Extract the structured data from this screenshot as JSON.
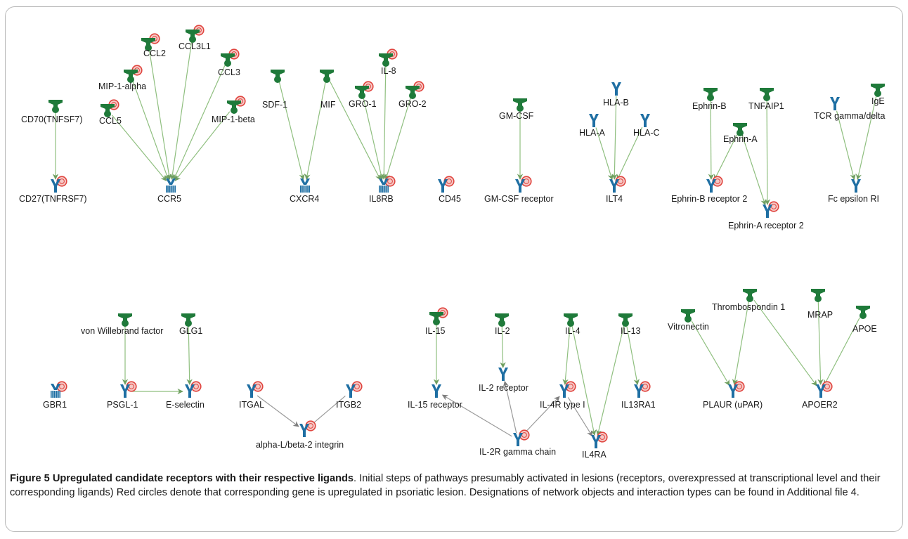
{
  "figure": {
    "number": "Figure 5",
    "title": "Upregulated candidate receptors with their respective ligands",
    "body": ". Initial steps of pathways presumably activated in lesions (receptors, overexpressed at transcriptional level and their corresponding ligands) Red circles denote that corresponding gene is upregulated in psoriatic lesion. Designations of network objects and interaction types can be found in Additional file 4."
  },
  "colors": {
    "ligand": "#1f7a3a",
    "receptor": "#1f6fa3",
    "upregulated_ring": "#e0453f",
    "activation_edge": "#8fbf7f",
    "other_edge": "#9a9a9a"
  },
  "legend_icons": {
    "ligand": "ligand-icon",
    "receptor": "receptor-icon",
    "multi_pass_receptor": "seven-tm-receptor-icon",
    "upregulated": "red-circle-upregulated-icon"
  },
  "nodes": {
    "cd70": "CD70(TNFSF7)",
    "cd27": "CD27(TNFRSF7)",
    "ccl2": "CCL2",
    "ccl3l1": "CCL3L1",
    "mip1a": "MIP-1-alpha",
    "ccl3": "CCL3",
    "ccl5": "CCL5",
    "mip1b": "MIP-1-beta",
    "ccr5": "CCR5",
    "sdf1": "SDF-1",
    "mif": "MIF",
    "cxcr4": "CXCR4",
    "il8": "IL-8",
    "gro1": "GRO-1",
    "gro2": "GRO-2",
    "il8rb": "IL8RB",
    "cd45": "CD45",
    "gmcsf": "GM-CSF",
    "gmcsfr": "GM-CSF receptor",
    "hlab": "HLA-B",
    "hlaa": "HLA-A",
    "hlac": "HLA-C",
    "ilt4": "ILT4",
    "ephrinb": "Ephrin-B",
    "tnfaip1": "TNFAIP1",
    "ephrina": "Ephrin-A",
    "ephrinbr2": "Ephrin-B receptor 2",
    "ephrinar2": "Ephrin-A receptor 2",
    "ige": "IgE",
    "tcr": "TCR gamma/delta",
    "fceri": "Fc epsilon RI",
    "gbr1": "GBR1",
    "vwf": "von Willebrand factor",
    "glg1": "GLG1",
    "psgl1": "PSGL-1",
    "esel": "E-selectin",
    "itgal": "ITGAL",
    "itgb2": "ITGB2",
    "albeta2": "alpha-L/beta-2 integrin",
    "il15": "IL-15",
    "il15r": "IL-15 receptor",
    "il2": "IL-2",
    "il2r": "IL-2 receptor",
    "il4": "IL-4",
    "il4rt1": "IL-4R type I",
    "il4ra": "IL4RA",
    "il13": "IL-13",
    "il13ra1": "IL13RA1",
    "il2rg": "IL-2R gamma chain",
    "vitronectin": "Vitronectin",
    "thbs1": "Thrombospondin 1",
    "mrap": "MRAP",
    "apoe": "APOE",
    "plaur": "PLAUR (uPAR)",
    "apoer2": "APOER2"
  }
}
